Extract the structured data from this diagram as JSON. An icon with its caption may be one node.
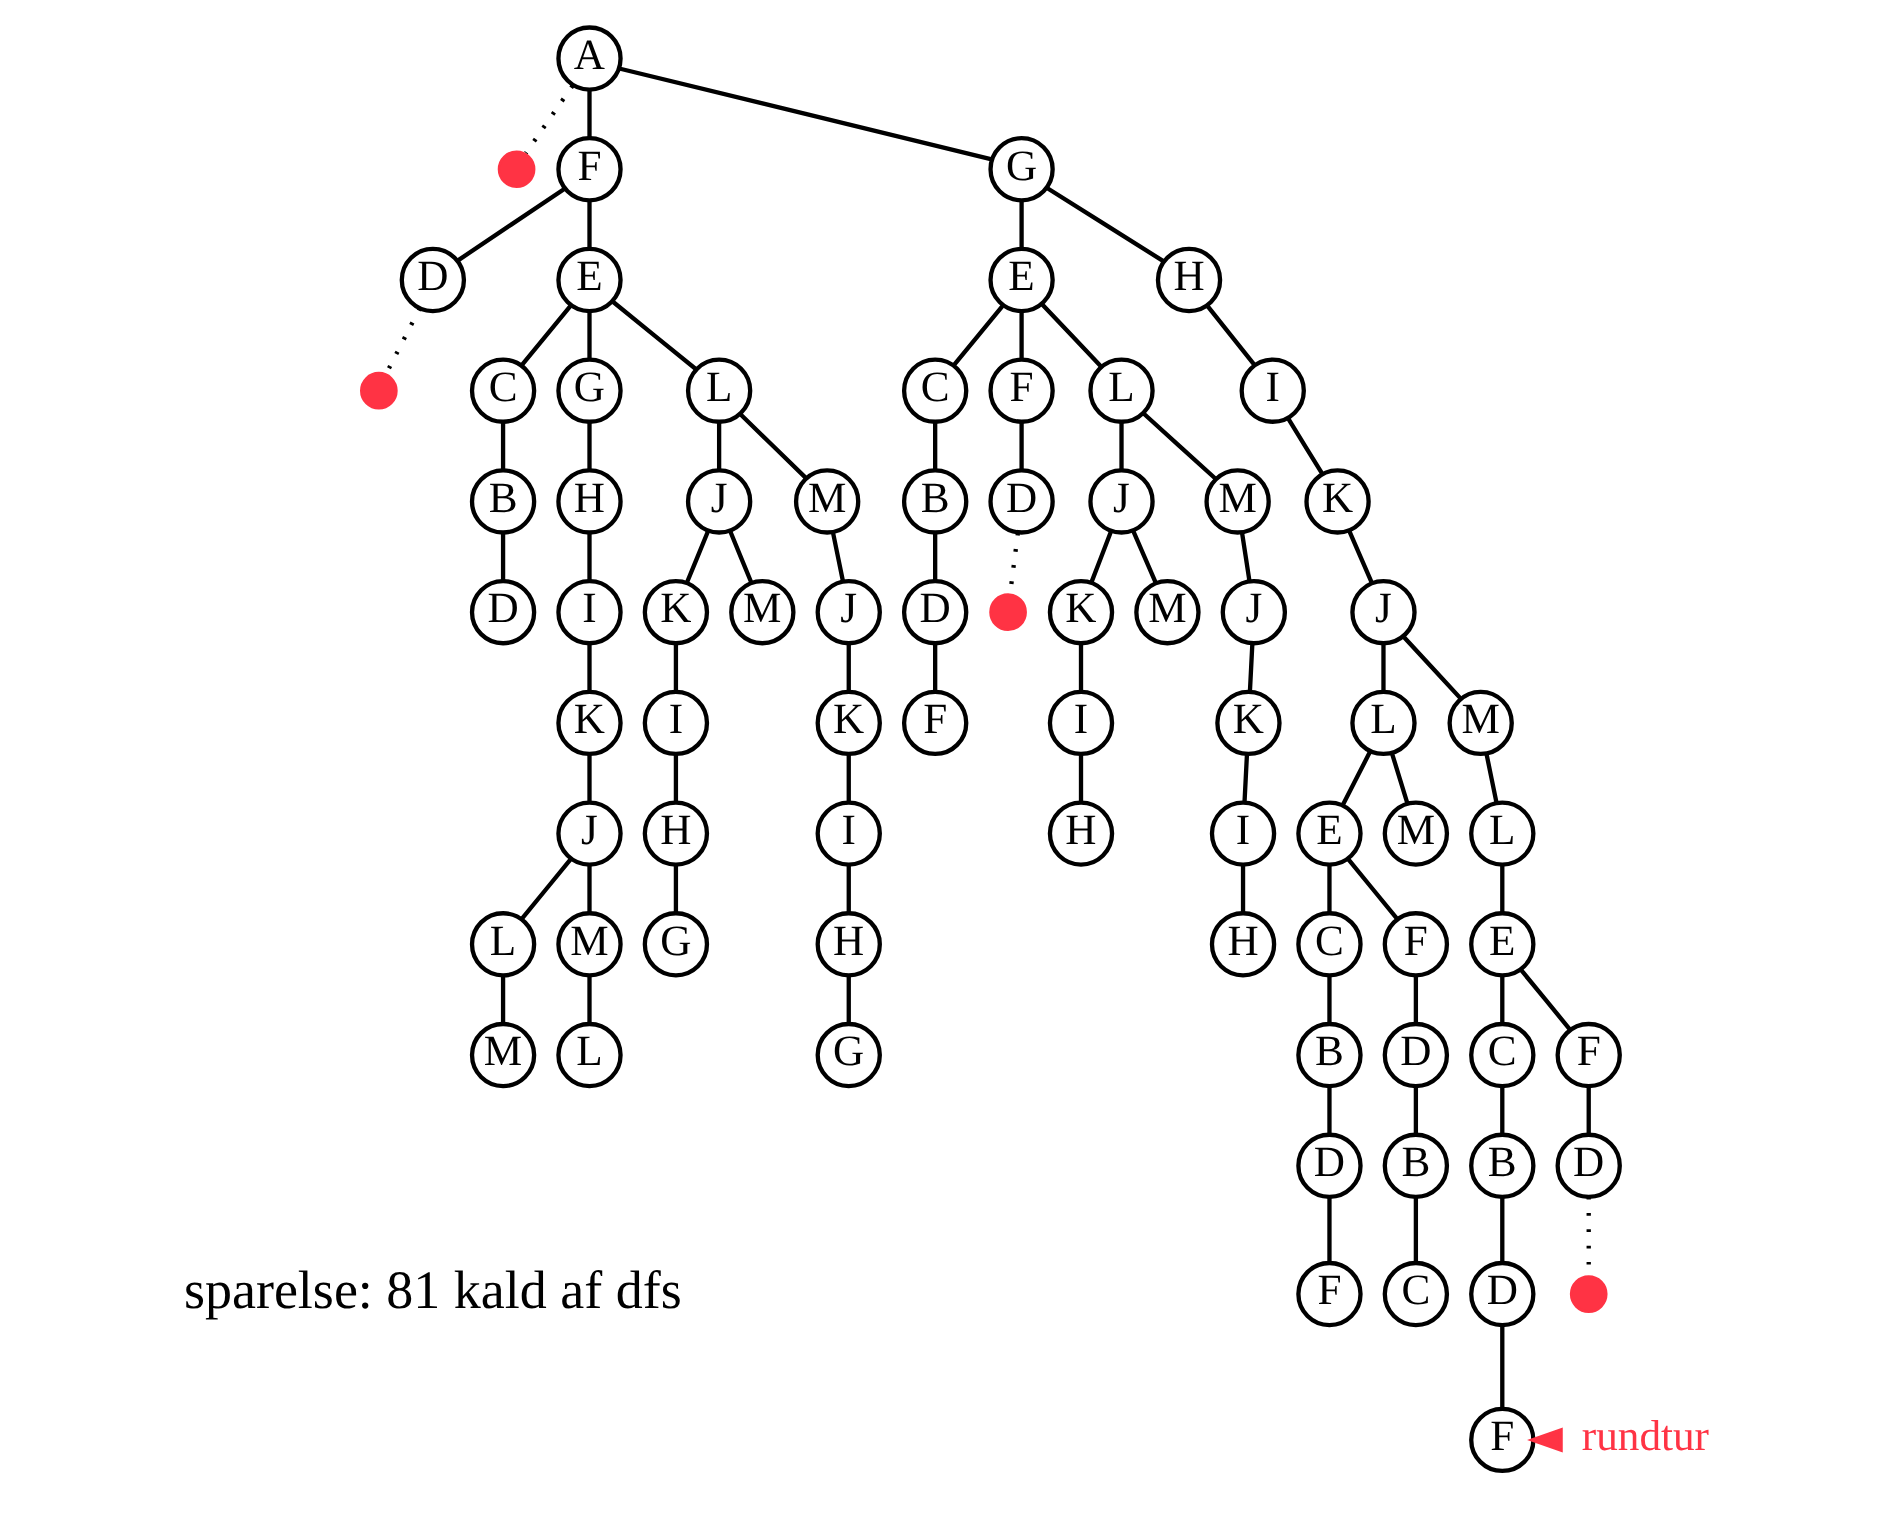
{
  "diagram": {
    "nodes": [
      {
        "text": [
          "A"
        ]
      },
      {
        "text": [],
        "shape": "cross"
      },
      {
        "text": [
          "F"
        ]
      },
      {
        "text": [
          "D"
        ]
      },
      {
        "text": [],
        "shape": "cross"
      },
      {
        "text": [
          "E"
        ]
      },
      {
        "text": [
          "C"
        ]
      },
      {
        "text": [
          "B"
        ]
      },
      {
        "text": [
          "D"
        ]
      },
      {
        "text": [
          "G"
        ]
      },
      {
        "text": [
          "H"
        ]
      },
      {
        "text": [
          "I"
        ]
      },
      {
        "text": [
          "K"
        ]
      },
      {
        "text": [
          "J"
        ]
      },
      {
        "text": [
          "L"
        ]
      },
      {
        "text": [
          "M"
        ]
      },
      {
        "text": [
          "M"
        ]
      },
      {
        "text": [
          "L"
        ]
      },
      {
        "text": [
          "L"
        ]
      },
      {
        "text": [
          "J"
        ]
      },
      {
        "text": [
          "K"
        ]
      },
      {
        "text": [
          "I"
        ]
      },
      {
        "text": [
          "H"
        ]
      },
      {
        "text": [
          "G"
        ]
      },
      {
        "text": [
          "M"
        ]
      },
      {
        "text": [
          "M"
        ]
      },
      {
        "text": [
          "J"
        ]
      },
      {
        "text": [
          "K"
        ]
      },
      {
        "text": [
          "I"
        ]
      },
      {
        "text": [
          "H"
        ]
      },
      {
        "text": [
          "G"
        ]
      },
      {
        "text": [
          "G"
        ]
      },
      {
        "text": [
          "E"
        ]
      },
      {
        "text": [
          "C"
        ]
      },
      {
        "text": [
          "B"
        ]
      },
      {
        "text": [
          "D"
        ]
      },
      {
        "text": [
          "F"
        ]
      },
      {
        "text": [
          "F"
        ]
      },
      {
        "text": [
          "D"
        ]
      },
      {
        "text": [],
        "shape": "cross"
      },
      {
        "text": [
          "L"
        ]
      },
      {
        "text": [
          "J"
        ]
      },
      {
        "text": [
          "K"
        ]
      },
      {
        "text": [
          "I"
        ]
      },
      {
        "text": [
          "H"
        ]
      },
      {
        "text": [
          "M"
        ]
      },
      {
        "text": [
          "M"
        ]
      },
      {
        "text": [
          "J"
        ]
      },
      {
        "text": [
          "K"
        ]
      },
      {
        "text": [
          "I"
        ]
      },
      {
        "text": [
          "H"
        ]
      },
      {
        "text": [
          "H"
        ]
      },
      {
        "text": [
          "I"
        ]
      },
      {
        "text": [
          "K"
        ]
      },
      {
        "text": [
          "J"
        ]
      },
      {
        "text": [
          "L"
        ]
      },
      {
        "text": [
          "E"
        ]
      },
      {
        "text": [
          "C"
        ]
      },
      {
        "text": [
          "B"
        ]
      },
      {
        "text": [
          "D"
        ]
      },
      {
        "text": [
          "F"
        ]
      },
      {
        "text": [
          "F"
        ]
      },
      {
        "text": [
          "D"
        ]
      },
      {
        "text": [
          "B"
        ]
      },
      {
        "text": [
          "C"
        ]
      },
      {
        "text": [
          "M"
        ]
      },
      {
        "text": [
          "M"
        ]
      },
      {
        "text": [
          "L"
        ]
      },
      {
        "text": [
          "E"
        ]
      },
      {
        "text": [
          "C"
        ]
      },
      {
        "text": [
          "B"
        ]
      },
      {
        "text": [
          "D"
        ]
      },
      {
        "text": [
          "F"
        ]
      },
      {
        "text": [
          "F"
        ]
      },
      {
        "text": [
          "D"
        ]
      },
      {
        "text": [],
        "shape": "cross"
      },
      {
        "text": [
          "rundtur"
        ]
      }
    ],
    "edges": [
      {
        "from": 0,
        "to": 1,
        "arrow": "none",
        "style": "dashed"
      },
      {
        "from": 0,
        "to": 2,
        "arrow": "none"
      },
      {
        "from": 2,
        "to": 3,
        "arrow": "none"
      },
      {
        "from": 3,
        "to": 4,
        "arrow": "none",
        "style": "dashed"
      },
      {
        "from": 2,
        "to": 5,
        "arrow": "none"
      },
      {
        "from": 5,
        "to": 6,
        "arrow": "none"
      },
      {
        "from": 6,
        "to": 7,
        "arrow": "none"
      },
      {
        "from": 7,
        "to": 8,
        "arrow": "none"
      },
      {
        "from": 5,
        "to": 9,
        "arrow": "none"
      },
      {
        "from": 9,
        "to": 10,
        "arrow": "none"
      },
      {
        "from": 10,
        "to": 11,
        "arrow": "none"
      },
      {
        "from": 11,
        "to": 12,
        "arrow": "none"
      },
      {
        "from": 12,
        "to": 13,
        "arrow": "none"
      },
      {
        "from": 13,
        "to": 14,
        "arrow": "none"
      },
      {
        "from": 14,
        "to": 15,
        "arrow": "none"
      },
      {
        "from": 13,
        "to": 16,
        "arrow": "none"
      },
      {
        "from": 16,
        "to": 17,
        "arrow": "none"
      },
      {
        "from": 5,
        "to": 18,
        "arrow": "none"
      },
      {
        "from": 18,
        "to": 19,
        "arrow": "none"
      },
      {
        "from": 19,
        "to": 20,
        "arrow": "none"
      },
      {
        "from": 20,
        "to": 21,
        "arrow": "none"
      },
      {
        "from": 21,
        "to": 22,
        "arrow": "none"
      },
      {
        "from": 22,
        "to": 23,
        "arrow": "none"
      },
      {
        "from": 19,
        "to": 24,
        "arrow": "none"
      },
      {
        "from": 18,
        "to": 25,
        "arrow": "none"
      },
      {
        "from": 25,
        "to": 26,
        "arrow": "none"
      },
      {
        "from": 26,
        "to": 27,
        "arrow": "none"
      },
      {
        "from": 27,
        "to": 28,
        "arrow": "none"
      },
      {
        "from": 28,
        "to": 29,
        "arrow": "none"
      },
      {
        "from": 29,
        "to": 30,
        "arrow": "none"
      },
      {
        "from": 0,
        "to": 31,
        "arrow": "none"
      },
      {
        "from": 31,
        "to": 32,
        "arrow": "none"
      },
      {
        "from": 32,
        "to": 33,
        "arrow": "none"
      },
      {
        "from": 33,
        "to": 34,
        "arrow": "none"
      },
      {
        "from": 34,
        "to": 35,
        "arrow": "none"
      },
      {
        "from": 35,
        "to": 36,
        "arrow": "none"
      },
      {
        "from": 32,
        "to": 37,
        "arrow": "none"
      },
      {
        "from": 37,
        "to": 38,
        "arrow": "none"
      },
      {
        "from": 38,
        "to": 39,
        "arrow": "none",
        "style": "dashed"
      },
      {
        "from": 32,
        "to": 40,
        "arrow": "none"
      },
      {
        "from": 40,
        "to": 41,
        "arrow": "none"
      },
      {
        "from": 41,
        "to": 42,
        "arrow": "none"
      },
      {
        "from": 42,
        "to": 43,
        "arrow": "none"
      },
      {
        "from": 43,
        "to": 44,
        "arrow": "none"
      },
      {
        "from": 41,
        "to": 45,
        "arrow": "none"
      },
      {
        "from": 40,
        "to": 46,
        "arrow": "none"
      },
      {
        "from": 46,
        "to": 47,
        "arrow": "none"
      },
      {
        "from": 47,
        "to": 48,
        "arrow": "none"
      },
      {
        "from": 48,
        "to": 49,
        "arrow": "none"
      },
      {
        "from": 49,
        "to": 50,
        "arrow": "none"
      },
      {
        "from": 31,
        "to": 51,
        "arrow": "none"
      },
      {
        "from": 51,
        "to": 52,
        "arrow": "none"
      },
      {
        "from": 52,
        "to": 53,
        "arrow": "none"
      },
      {
        "from": 53,
        "to": 54,
        "arrow": "none"
      },
      {
        "from": 54,
        "to": 55,
        "arrow": "none"
      },
      {
        "from": 55,
        "to": 56,
        "arrow": "none"
      },
      {
        "from": 56,
        "to": 57,
        "arrow": "none"
      },
      {
        "from": 57,
        "to": 58,
        "arrow": "none"
      },
      {
        "from": 58,
        "to": 59,
        "arrow": "none"
      },
      {
        "from": 59,
        "to": 60,
        "arrow": "none"
      },
      {
        "from": 56,
        "to": 61,
        "arrow": "none"
      },
      {
        "from": 61,
        "to": 62,
        "arrow": "none"
      },
      {
        "from": 62,
        "to": 63,
        "arrow": "none"
      },
      {
        "from": 63,
        "to": 64,
        "arrow": "none"
      },
      {
        "from": 55,
        "to": 65,
        "arrow": "none"
      },
      {
        "from": 54,
        "to": 66,
        "arrow": "none"
      },
      {
        "from": 66,
        "to": 67,
        "arrow": "none"
      },
      {
        "from": 67,
        "to": 68,
        "arrow": "none"
      },
      {
        "from": 68,
        "to": 69,
        "arrow": "none"
      },
      {
        "from": 69,
        "to": 70,
        "arrow": "none"
      },
      {
        "from": 70,
        "to": 71,
        "arrow": "none"
      },
      {
        "from": 71,
        "to": 72,
        "arrow": "none"
      },
      {
        "from": 68,
        "to": 73,
        "arrow": "none"
      },
      {
        "from": 73,
        "to": 74,
        "arrow": "none"
      },
      {
        "from": 74,
        "to": 75,
        "arrow": "none",
        "style": "dashed"
      },
      {
        "from": 76,
        "to": 72,
        "arrow": "to",
        "color": "#ff3344"
      }
    ],
    "labels": [
      "sparelse: 81 kald af dfs"
    ]
  }
}
